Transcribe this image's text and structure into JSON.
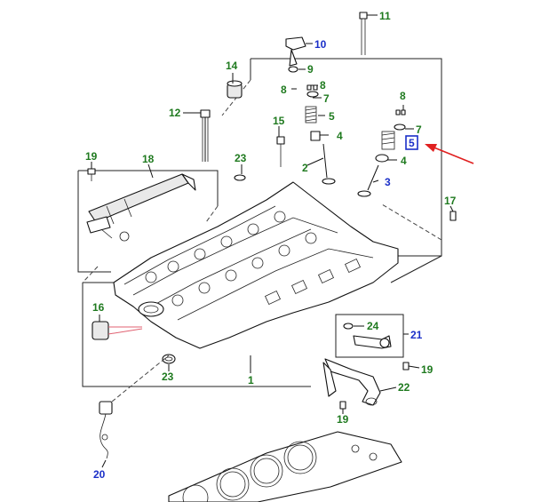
{
  "colors": {
    "green_label": "#1f7a1f",
    "blue_label": "#1a2fc8",
    "highlight_box": "#1a2fc8",
    "arrow": "#e02020"
  },
  "callouts": [
    {
      "id": "c1",
      "label": "1",
      "color": "green"
    },
    {
      "id": "c2",
      "label": "2",
      "color": "green"
    },
    {
      "id": "c3",
      "label": "3",
      "color": "blue"
    },
    {
      "id": "c4a",
      "label": "4",
      "color": "green"
    },
    {
      "id": "c4b",
      "label": "4",
      "color": "green"
    },
    {
      "id": "c5a",
      "label": "5",
      "color": "green"
    },
    {
      "id": "c5b",
      "label": "5",
      "color": "blue",
      "highlighted": true
    },
    {
      "id": "c7a",
      "label": "7",
      "color": "green"
    },
    {
      "id": "c7b",
      "label": "7",
      "color": "green"
    },
    {
      "id": "c8a",
      "label": "8",
      "color": "green"
    },
    {
      "id": "c8b",
      "label": "8",
      "color": "green"
    },
    {
      "id": "c8c",
      "label": "8",
      "color": "green"
    },
    {
      "id": "c9",
      "label": "9",
      "color": "green"
    },
    {
      "id": "c10",
      "label": "10",
      "color": "blue"
    },
    {
      "id": "c11",
      "label": "11",
      "color": "green"
    },
    {
      "id": "c12",
      "label": "12",
      "color": "green"
    },
    {
      "id": "c14",
      "label": "14",
      "color": "green"
    },
    {
      "id": "c15",
      "label": "15",
      "color": "green"
    },
    {
      "id": "c16",
      "label": "16",
      "color": "green"
    },
    {
      "id": "c17",
      "label": "17",
      "color": "green"
    },
    {
      "id": "c18",
      "label": "18",
      "color": "green"
    },
    {
      "id": "c19a",
      "label": "19",
      "color": "green"
    },
    {
      "id": "c19b",
      "label": "19",
      "color": "green"
    },
    {
      "id": "c19c",
      "label": "19",
      "color": "green"
    },
    {
      "id": "c20",
      "label": "20",
      "color": "blue"
    },
    {
      "id": "c21",
      "label": "21",
      "color": "blue"
    },
    {
      "id": "c22",
      "label": "22",
      "color": "green"
    },
    {
      "id": "c23a",
      "label": "23",
      "color": "green"
    },
    {
      "id": "c23b",
      "label": "23",
      "color": "green"
    },
    {
      "id": "c24",
      "label": "24",
      "color": "green"
    }
  ]
}
